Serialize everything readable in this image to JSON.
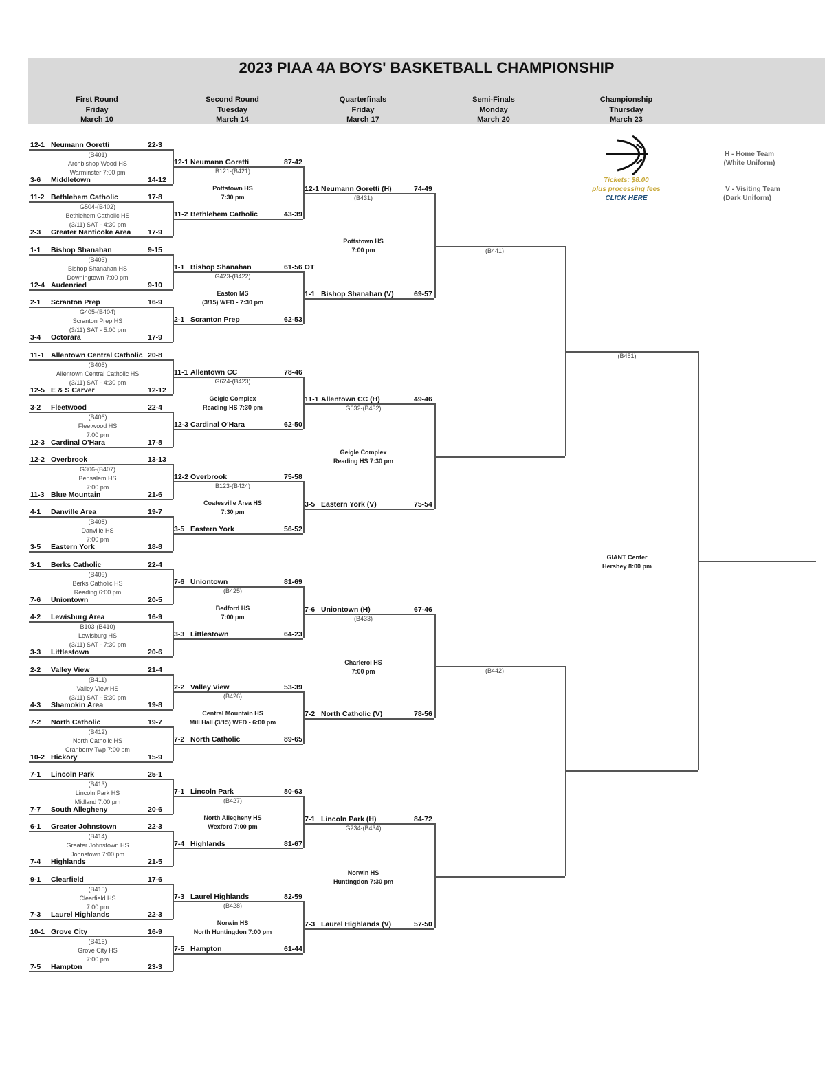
{
  "title": "2023 PIAA 4A BOYS' BASKETBALL CHAMPIONSHIP",
  "rounds": [
    {
      "name": "First Round",
      "day": "Friday",
      "date": "March 10"
    },
    {
      "name": "Second Round",
      "day": "Tuesday",
      "date": "March 14"
    },
    {
      "name": "Quarterfinals",
      "day": "Friday",
      "date": "March 17"
    },
    {
      "name": "Semi-Finals",
      "day": "Monday",
      "date": "March 20"
    },
    {
      "name": "Championship",
      "day": "Thursday",
      "date": "March 23"
    }
  ],
  "tickets": {
    "line1": "Tickets: $8.00",
    "line2": "plus processing fees",
    "link": "CLICK HERE",
    "color": "#c9a93a",
    "link_color": "#1f4e79"
  },
  "legend": {
    "home": {
      "line1": "H - Home Team",
      "line2": "(White Uniform)"
    },
    "visiting": {
      "line1": "V - Visiting Team",
      "line2": "(Dark Uniform)"
    }
  },
  "logo_icon": "basketball-icon",
  "first_round": [
    {
      "top": {
        "seed": "12-1",
        "team": "Neumann Goretti",
        "score": "22-3"
      },
      "bottom": {
        "seed": "3-6",
        "team": "Middletown",
        "score": "14-12"
      },
      "info": [
        "(B401)",
        "Archbishop Wood HS",
        "Warminster 7:00 pm"
      ]
    },
    {
      "top": {
        "seed": "11-2",
        "team": "Bethlehem Catholic",
        "score": "17-8"
      },
      "bottom": {
        "seed": "2-3",
        "team": "Greater Nanticoke Area",
        "score": "17-9"
      },
      "info": [
        "G504-(B402)",
        "Bethlehem Catholic HS",
        "(3/11) SAT - 4:30 pm"
      ]
    },
    {
      "top": {
        "seed": "1-1",
        "team": "Bishop Shanahan",
        "score": "9-15"
      },
      "bottom": {
        "seed": "12-4",
        "team": "Audenried",
        "score": "9-10"
      },
      "info": [
        "(B403)",
        "Bishop Shanahan HS",
        "Downingtown 7:00 pm"
      ]
    },
    {
      "top": {
        "seed": "2-1",
        "team": "Scranton Prep",
        "score": "16-9"
      },
      "bottom": {
        "seed": "3-4",
        "team": "Octorara",
        "score": "17-9"
      },
      "info": [
        "G405-(B404)",
        "Scranton Prep HS",
        "(3/11) SAT - 5:00 pm"
      ]
    },
    {
      "top": {
        "seed": "11-1",
        "team": "Allentown Central Catholic",
        "score": "20-8"
      },
      "bottom": {
        "seed": "12-5",
        "team": "E & S Carver",
        "score": "12-12"
      },
      "info": [
        "(B405)",
        "Allentown Central Catholic HS",
        "(3/11) SAT - 4:30 pm"
      ]
    },
    {
      "top": {
        "seed": "3-2",
        "team": "Fleetwood",
        "score": "22-4"
      },
      "bottom": {
        "seed": "12-3",
        "team": "Cardinal O'Hara",
        "score": "17-8"
      },
      "info": [
        "(B406)",
        "Fleetwood HS",
        "7:00 pm"
      ]
    },
    {
      "top": {
        "seed": "12-2",
        "team": "Overbrook",
        "score": "13-13"
      },
      "bottom": {
        "seed": "11-3",
        "team": "Blue Mountain",
        "score": "21-6"
      },
      "info": [
        "G306-(B407)",
        "Bensalem HS",
        "7:00 pm"
      ]
    },
    {
      "top": {
        "seed": "4-1",
        "team": "Danville Area",
        "score": "19-7"
      },
      "bottom": {
        "seed": "3-5",
        "team": "Eastern York",
        "score": "18-8"
      },
      "info": [
        "(B408)",
        "Danville HS",
        "7:00 pm"
      ]
    },
    {
      "top": {
        "seed": "3-1",
        "team": "Berks Catholic",
        "score": "22-4"
      },
      "bottom": {
        "seed": "7-6",
        "team": "Uniontown",
        "score": "20-5"
      },
      "info": [
        "(B409)",
        "Berks Catholic HS",
        "Reading 6:00 pm"
      ]
    },
    {
      "top": {
        "seed": "4-2",
        "team": "Lewisburg Area",
        "score": "16-9"
      },
      "bottom": {
        "seed": "3-3",
        "team": "Littlestown",
        "score": "20-6"
      },
      "info": [
        "B103-(B410)",
        "Lewisburg HS",
        "(3/11) SAT - 7:30 pm"
      ]
    },
    {
      "top": {
        "seed": "2-2",
        "team": "Valley View",
        "score": "21-4"
      },
      "bottom": {
        "seed": "4-3",
        "team": "Shamokin Area",
        "score": "19-8"
      },
      "info": [
        "(B411)",
        "Valley View HS",
        "(3/11) SAT - 5:30 pm"
      ]
    },
    {
      "top": {
        "seed": "7-2",
        "team": "North Catholic",
        "score": "19-7"
      },
      "bottom": {
        "seed": "10-2",
        "team": "Hickory",
        "score": "15-9"
      },
      "info": [
        "(B412)",
        "North Catholic HS",
        "Cranberry Twp 7:00 pm"
      ]
    },
    {
      "top": {
        "seed": "7-1",
        "team": "Lincoln Park",
        "score": "25-1"
      },
      "bottom": {
        "seed": "7-7",
        "team": "South Allegheny",
        "score": "20-6"
      },
      "info": [
        "(B413)",
        "Lincoln Park HS",
        "Midland 7:00 pm"
      ]
    },
    {
      "top": {
        "seed": "6-1",
        "team": "Greater Johnstown",
        "score": "22-3"
      },
      "bottom": {
        "seed": "7-4",
        "team": "Highlands",
        "score": "21-5"
      },
      "info": [
        "(B414)",
        "Greater Johnstown HS",
        "Johnstown 7:00 pm"
      ]
    },
    {
      "top": {
        "seed": "9-1",
        "team": "Clearfield",
        "score": "17-6"
      },
      "bottom": {
        "seed": "7-3",
        "team": "Laurel Highlands",
        "score": "22-3"
      },
      "info": [
        "(B415)",
        "Clearfield HS",
        "7:00 pm"
      ]
    },
    {
      "top": {
        "seed": "10-1",
        "team": "Grove City",
        "score": "16-9"
      },
      "bottom": {
        "seed": "7-5",
        "team": "Hampton",
        "score": "23-3"
      },
      "info": [
        "(B416)",
        "Grove City HS",
        "7:00 pm"
      ]
    }
  ],
  "second_round": [
    {
      "top": {
        "seed": "12-1",
        "team": "Neumann Goretti",
        "score": "87-42"
      },
      "bottom": {
        "seed": "11-2",
        "team": "Bethlehem Catholic",
        "score": "43-39"
      },
      "game_id": "B121-(B421)",
      "venue": [
        "Pottstown HS",
        "7:30 pm"
      ]
    },
    {
      "top": {
        "seed": "1-1",
        "team": "Bishop Shanahan",
        "score": "61-56 OT"
      },
      "bottom": {
        "seed": "2-1",
        "team": "Scranton Prep",
        "score": "62-53"
      },
      "game_id": "G423-(B422)",
      "venue": [
        "Easton MS",
        "(3/15) WED - 7:30 pm"
      ]
    },
    {
      "top": {
        "seed": "11-1",
        "team": "Allentown CC",
        "score": "78-46"
      },
      "bottom": {
        "seed": "12-3",
        "team": "Cardinal O'Hara",
        "score": "62-50"
      },
      "game_id": "G624-(B423)",
      "venue": [
        "Geigle Complex",
        "Reading HS 7:30 pm"
      ]
    },
    {
      "top": {
        "seed": "12-2",
        "team": "Overbrook",
        "score": "75-58"
      },
      "bottom": {
        "seed": "3-5",
        "team": "Eastern York",
        "score": "56-52"
      },
      "game_id": "B123-(B424)",
      "venue": [
        "Coatesville Area HS",
        "7:30 pm"
      ]
    },
    {
      "top": {
        "seed": "7-6",
        "team": "Uniontown",
        "score": "81-69"
      },
      "bottom": {
        "seed": "3-3",
        "team": "Littlestown",
        "score": "64-23"
      },
      "game_id": "(B425)",
      "venue": [
        "Bedford HS",
        "7:00 pm"
      ]
    },
    {
      "top": {
        "seed": "2-2",
        "team": "Valley View",
        "score": "53-39"
      },
      "bottom": {
        "seed": "7-2",
        "team": "North Catholic",
        "score": "89-65"
      },
      "game_id": "(B426)",
      "venue": [
        "Central Mountain HS",
        "Mill Hall (3/15) WED - 6:00 pm"
      ]
    },
    {
      "top": {
        "seed": "7-1",
        "team": "Lincoln Park",
        "score": "80-63"
      },
      "bottom": {
        "seed": "7-4",
        "team": "Highlands",
        "score": "81-67"
      },
      "game_id": "(B427)",
      "venue": [
        "North Allegheny HS",
        "Wexford 7:00 pm"
      ]
    },
    {
      "top": {
        "seed": "7-3",
        "team": "Laurel Highlands",
        "score": "82-59"
      },
      "bottom": {
        "seed": "7-5",
        "team": "Hampton",
        "score": "61-44"
      },
      "game_id": "(B428)",
      "venue": [
        "Norwin HS",
        "North Huntingdon 7:00 pm"
      ]
    }
  ],
  "quarterfinals": [
    {
      "top": {
        "seed": "12-1",
        "team": "Neumann Goretti (H)",
        "score": "74-49"
      },
      "bottom": {
        "seed": "1-1",
        "team": "Bishop Shanahan (V)",
        "score": "69-57"
      },
      "game_id": "(B431)",
      "venue": [
        "Pottstown HS",
        "7:00 pm"
      ]
    },
    {
      "top": {
        "seed": "11-1",
        "team": "Allentown CC (H)",
        "score": "49-46"
      },
      "bottom": {
        "seed": "3-5",
        "team": "Eastern York (V)",
        "score": "75-54"
      },
      "game_id": "G632-(B432)",
      "venue": [
        "Geigle Complex",
        "Reading HS 7:30 pm"
      ]
    },
    {
      "top": {
        "seed": "7-6",
        "team": "Uniontown (H)",
        "score": "67-46"
      },
      "bottom": {
        "seed": "7-2",
        "team": "North Catholic (V)",
        "score": "78-56"
      },
      "game_id": "(B433)",
      "venue": [
        "Charleroi HS",
        "7:00 pm"
      ]
    },
    {
      "top": {
        "seed": "7-1",
        "team": "Lincoln Park (H)",
        "score": "84-72"
      },
      "bottom": {
        "seed": "7-3",
        "team": "Laurel Highlands (V)",
        "score": "57-50"
      },
      "game_id": "G234-(B434)",
      "venue": [
        "Norwin HS",
        "Huntingdon 7:30 pm"
      ]
    }
  ],
  "semifinals": [
    {
      "game_id": "(B441)"
    },
    {
      "game_id": "(B442)"
    }
  ],
  "championship": {
    "game_id": "(B451)",
    "venue": [
      "GIANT Center",
      "Hershey 8:00 pm"
    ]
  }
}
